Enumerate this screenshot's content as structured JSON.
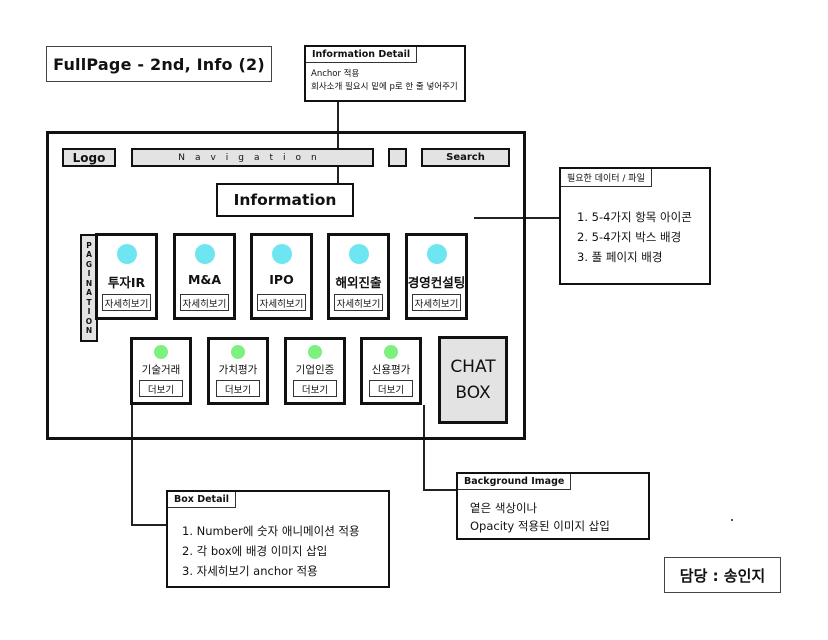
{
  "title": "FullPage - 2nd, Info (2)",
  "owner": "담당 : 송인지",
  "wireframe": {
    "header": {
      "logo": "Logo",
      "navigation": "Navigation",
      "search": "Search"
    },
    "section_title": "Information",
    "pagination": [
      "P",
      "A",
      "G",
      "I",
      "N",
      "A",
      "T",
      "I",
      "O",
      "N"
    ],
    "main_cards": [
      {
        "label": "투자IR",
        "button": "자세히보기"
      },
      {
        "label": "M&A",
        "button": "자세히보기"
      },
      {
        "label": "IPO",
        "button": "자세히보기"
      },
      {
        "label": "해외진출",
        "button": "자세히보기"
      },
      {
        "label": "경영컨설팅",
        "button": "자세히보기"
      }
    ],
    "sub_cards": [
      {
        "label": "기술거래",
        "button": "더보기"
      },
      {
        "label": "가치평가",
        "button": "더보기"
      },
      {
        "label": "기업인증",
        "button": "더보기"
      },
      {
        "label": "신용평가",
        "button": "더보기"
      }
    ],
    "chat_box": [
      "CHAT",
      "BOX"
    ],
    "colors": {
      "main_card_icon": "#6ee6f2",
      "sub_card_icon": "#7ef07e",
      "gray_fill": "#e3e3e3"
    }
  },
  "notes": {
    "information_detail": {
      "tab": "Information Detail",
      "lines": [
        "Anchor 적용",
        "회사소개 필요시 밑에 p로 한 줄 넣어주기"
      ]
    },
    "required_data": {
      "tab": "필요한 데이터 / 파일",
      "lines": [
        "1. 5-4가지 항목 아이콘",
        "2. 5-4가지 박스 배경",
        "3. 풀 페이지 배경"
      ]
    },
    "box_detail": {
      "tab": "Box Detail",
      "lines": [
        "1. Number에 숫자 애니메이션 적용",
        "2. 각 box에 배경 이미지 삽입",
        "3. 자세히보기 anchor 적용"
      ]
    },
    "background_image": {
      "tab": "Background Image",
      "lines": [
        "옅은 색상이나",
        "Opacity 적용된 이미지 삽입"
      ]
    }
  }
}
